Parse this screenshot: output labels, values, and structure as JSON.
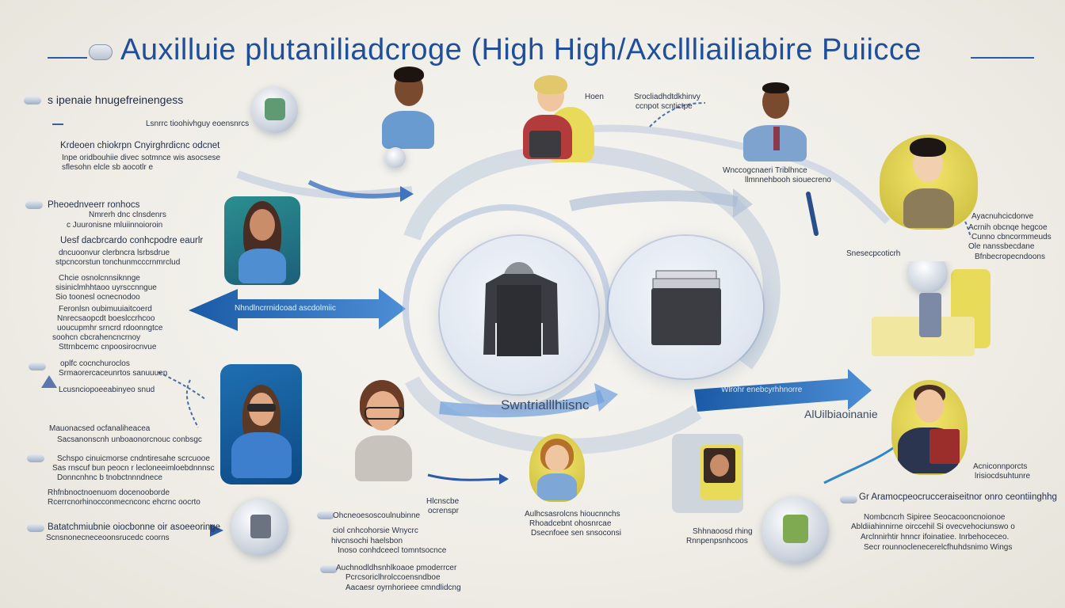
{
  "title": "Auxilluie plutaniliadcroge (High High/Axcllliailiabire Puiicce",
  "center_swirl_label": "Swntrialllhiisnc",
  "right_arrow_label": "AlUilbiaoinanie",
  "left_arrow_label": "Nhndlncrrnidcoad ascdolmiic",
  "right_arrow_top_label": "Wlrohr enebcyrhhnorre",
  "left_column": [
    {
      "heading": "s ipenaie hnugefreinengess",
      "lines": [
        "Lsnrrc tioohivhguy eoensnrcs",
        "Krdeoen chiokrpn Cnyirghrdicnc odcnet",
        "Inpe oridbouhiie divec sotmnce wis asocsese",
        "sflesohn elcle sb aocotlr e"
      ]
    },
    {
      "heading": "Pheoednveerr ronhocs",
      "lines": [
        "Nmrerh dnc clnsdenrs",
        "c Juuronisne mluiinnoioroin",
        "Uesf dacbrcardo conhcpodre eaurlr",
        "dncuoonvur clerbncra lsrbsdrue",
        "stpcncorstun tonchunmcccrnmrclud"
      ]
    },
    {
      "heading": "",
      "lines": [
        "Chcie osnolcnnsiknnge",
        "sisiniclmhhtaoo uyrsccnngue",
        "Sio toonesl ocnecnodoo",
        "Feronlsn oubimuuiaitcoerd",
        "Nnrecsaopcdt boeslccrhcoo",
        "uoucupmhr srncrd rdoonngtce",
        "soohcn cbcrahencncrnoy",
        "Sttrnbcemc cnpoosirocnvue"
      ]
    },
    {
      "heading": "",
      "lines": [
        "oplfc cocnchuroclos",
        "Srmaorercaceunrtos sanuuuen",
        "Lcusnciopoeeabinyeo snud"
      ]
    },
    {
      "heading": "",
      "lines": [
        "Mauonacsed ocfanaliheacea",
        "Sacsanonscnh unboaonorcnouc conbsgc",
        "Schspo cinuicmorse cndntiresahe scrcuooe",
        "Sas rnscuf bun peocn r lecloneeimloebdnnnsc",
        "Donncnhnc b tnobctnnndnece"
      ]
    },
    {
      "heading": "",
      "lines": [
        "Rhfnbnoctnoenuom docenooborde",
        "Rcerrcnorhinocconmecnconc ehcrnc oocrto",
        "Batatchmiubnie oiocbonne oir asoeeoringe",
        "Scnsnonecneceoonsrucedc coorns"
      ]
    }
  ],
  "center_top_note": {
    "a": "Hoen",
    "b": "Srocliadhdtdkhinvy",
    "c": "ccnpot scntictpe"
  },
  "right_top_note": {
    "a": "Wnccogcnaeri Triblhnce",
    "b": "llmnnehbooh siouecreno"
  },
  "right_column": [
    {
      "lines": [
        "Ayacnuhcicdonve",
        "Acrnih obcnqe hegcoe",
        "Cunno cbncormmeuds",
        "Ole nanssbecdane",
        "Bfnbecropecndoons"
      ]
    },
    {
      "lines": [
        "Snesecpcoticrh"
      ]
    },
    {
      "lines": [
        "Acniconnporcts",
        "lrisiocdsuhtunre"
      ]
    }
  ],
  "bottom_right": {
    "heading": "Gr Aramocpeocrucceraiseitnor onro ceontiinghhg",
    "lines": [
      "Nombcncrh Sipiree Seocacooncnoionoe",
      "Abldiiahinnirne oirccehil Si ovecvehociunswo o",
      "Arclnnirhtir hnncr ifoinatiee. Inrbehoceceo.",
      "Secr rounnoclenecerelcfhuhdsnimo Wings"
    ]
  },
  "bottom_center": [
    {
      "lines": [
        "Hlcnscbe",
        "ocrenspr"
      ]
    },
    {
      "lines": [
        "Ohcneoesoscoulnubinne",
        "ciol cnhcohorsie Wnycrc",
        "hivcnsochi haelsbon",
        "Inoso conhdceecl tomntsocnce"
      ]
    },
    {
      "lines": [
        "Auchnodldhsnhlkoaoe pmoderrcer",
        "Pcrcsoriclhrolccoensndboe",
        "Aacaesr oyrnhorieee cmndlidcng"
      ]
    },
    {
      "lines": [
        "Aulhcsasrolcns hioucnnchs",
        "Rhoadcebnt ohosnrcae",
        "Dsecnfoee sen snsoconsi"
      ]
    },
    {
      "lines": [
        "Shhnaoosd rhing",
        "Rnnpenpsnhcoos"
      ]
    }
  ],
  "colors": {
    "accent": "#1f4f9c",
    "arrow": "#2d6ab3",
    "yellow": "#e9db5a",
    "bg": "#f2f1ec"
  }
}
